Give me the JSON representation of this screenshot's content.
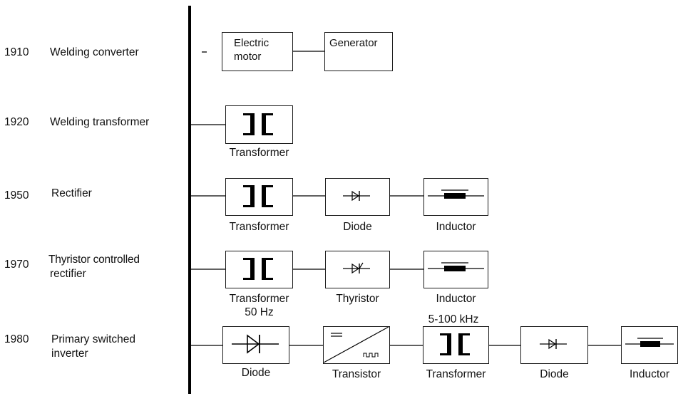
{
  "rows": [
    {
      "year": "1910",
      "name": "Welding converter"
    },
    {
      "year": "1920",
      "name": "Welding transformer"
    },
    {
      "year": "1950",
      "name": "Rectifier"
    },
    {
      "year": "1970",
      "name_line1": "Thyristor controlled",
      "name_line2": "rectifier"
    },
    {
      "year": "1980",
      "name_line1": "Primary switched",
      "name_line2": "inverter"
    }
  ],
  "row1910": {
    "motor_line1": "Electric",
    "motor_line2": "motor",
    "generator": "Generator"
  },
  "row1920": {
    "transformer": "Transformer"
  },
  "row1950": {
    "transformer": "Transformer",
    "diode": "Diode",
    "inductor": "Inductor"
  },
  "row1970": {
    "transformer": "Transformer",
    "thyristor": "Thyristor",
    "inductor": "Inductor",
    "freq": "50 Hz"
  },
  "row1980": {
    "diode": "Diode",
    "transistor": "Transistor",
    "transformer": "Transformer",
    "diode2": "Diode",
    "inductor": "Inductor",
    "freq": "5-100 kHz"
  },
  "icons": [
    "transformer-icon",
    "diode-icon",
    "inductor-icon",
    "thyristor-icon",
    "inverter-icon"
  ]
}
